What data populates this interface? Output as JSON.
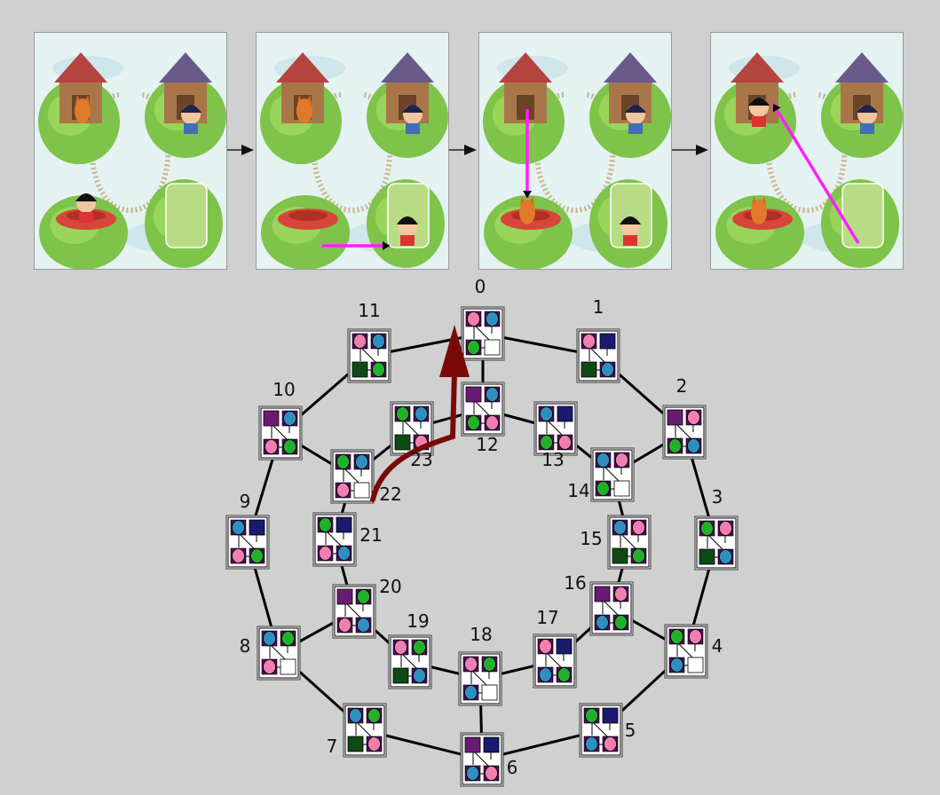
{
  "panels": [
    {
      "moves": [],
      "token": "Girl in nest, slot empty"
    },
    {
      "moves": [
        "nest → slot"
      ]
    },
    {
      "moves": [
        "top-left house → nest"
      ]
    },
    {
      "moves": [
        "slot → top-left house"
      ]
    }
  ],
  "graph": {
    "outer_ring": [
      "0",
      "1",
      "2",
      "3",
      "4",
      "5",
      "6",
      "7",
      "8",
      "9",
      "10",
      "11"
    ],
    "inner_ring": [
      "12",
      "13",
      "14",
      "15",
      "16",
      "17",
      "18",
      "19",
      "20",
      "21",
      "22",
      "23"
    ],
    "spokes": [
      [
        "0",
        "12"
      ],
      [
        "2",
        "14"
      ],
      [
        "4",
        "16"
      ],
      [
        "6",
        "18"
      ],
      [
        "8",
        "20"
      ],
      [
        "10",
        "22"
      ]
    ],
    "highlighted_path": [
      "22",
      "0"
    ]
  },
  "colors": {
    "purple": "#6a1a72",
    "navy": "#1a1a6e",
    "darkgreen": "#0e4a14",
    "pink": "#f07fb0",
    "blue": "#2f8fbf",
    "green": "#22b02a",
    "arrow": "#7a0a0a",
    "move": "#ff1fff"
  },
  "states": {
    "0": [
      "pink",
      "blue",
      "green",
      "empty"
    ],
    "1": [
      "pink",
      "navy",
      "darkgreen",
      "blue"
    ],
    "2": [
      "purple",
      "pink",
      "green",
      "blue"
    ],
    "3": [
      "green",
      "pink",
      "darkgreen",
      "blue"
    ],
    "4": [
      "green",
      "pink",
      "blue",
      "empty"
    ],
    "5": [
      "green",
      "navy",
      "blue",
      "pink"
    ],
    "6": [
      "purple",
      "navy",
      "blue",
      "pink"
    ],
    "7": [
      "blue",
      "green",
      "darkgreen",
      "pink"
    ],
    "8": [
      "blue",
      "green",
      "pink",
      "empty"
    ],
    "9": [
      "blue",
      "navy",
      "pink",
      "green"
    ],
    "10": [
      "purple",
      "blue",
      "pink",
      "green"
    ],
    "11": [
      "pink",
      "blue",
      "darkgreen",
      "green"
    ],
    "12": [
      "purple",
      "blue",
      "green",
      "pink"
    ],
    "13": [
      "blue",
      "navy",
      "green",
      "pink"
    ],
    "14": [
      "blue",
      "pink",
      "green",
      "empty"
    ],
    "15": [
      "blue",
      "pink",
      "darkgreen",
      "green"
    ],
    "16": [
      "purple",
      "pink",
      "blue",
      "green"
    ],
    "17": [
      "pink",
      "navy",
      "blue",
      "green"
    ],
    "18": [
      "pink",
      "green",
      "blue",
      "empty"
    ],
    "19": [
      "pink",
      "green",
      "darkgreen",
      "blue"
    ],
    "20": [
      "purple",
      "green",
      "pink",
      "blue"
    ],
    "21": [
      "green",
      "navy",
      "pink",
      "blue"
    ],
    "22": [
      "green",
      "blue",
      "pink",
      "empty"
    ],
    "23": [
      "green",
      "blue",
      "darkgreen",
      "pink"
    ]
  }
}
